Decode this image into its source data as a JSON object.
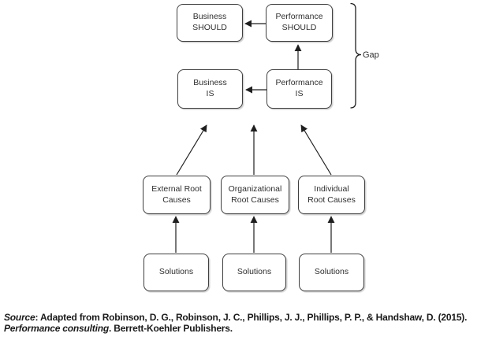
{
  "diagram": {
    "boxes": [
      {
        "id": "business-should",
        "label": "Business\nSHOULD"
      },
      {
        "id": "performance-should",
        "label": "Performance\nSHOULD"
      },
      {
        "id": "business-is",
        "label": "Business\nIS"
      },
      {
        "id": "performance-is",
        "label": "Performance\nIS"
      },
      {
        "id": "external-root-causes",
        "label": "External Root\nCauses"
      },
      {
        "id": "organizational-root-causes",
        "label": "Organizational\nRoot Causes"
      },
      {
        "id": "individual-root-causes",
        "label": "Individual\nRoot Causes"
      },
      {
        "id": "solutions-external",
        "label": "Solutions"
      },
      {
        "id": "solutions-organizational",
        "label": "Solutions"
      },
      {
        "id": "solutions-individual",
        "label": "Solutions"
      }
    ],
    "gap_label": "Gap",
    "connectors": [
      "performance-should to business-should",
      "performance-is to performance-should",
      "performance-is to business-is",
      "external-root-causes to business-is",
      "organizational-root-causes upward",
      "individual-root-causes to performance-is",
      "solutions to external-root-causes",
      "solutions to organizational-root-causes",
      "solutions to individual-root-causes"
    ]
  },
  "colors": {
    "background": "#ffffff",
    "box_border": "#3f3f3f",
    "arrow": "#1f1f1f",
    "text": "#2f2f2f"
  },
  "source": {
    "source_word": "Source",
    "line1_rest": ": Adapted from Robinson, D. G., Robinson, J. C., Phillips, J. J., Phillips, P. P., & Handshaw, D. (2015).",
    "book_title": "Performance consulting",
    "line2_rest": ". Berrett-Koehler Publishers."
  }
}
